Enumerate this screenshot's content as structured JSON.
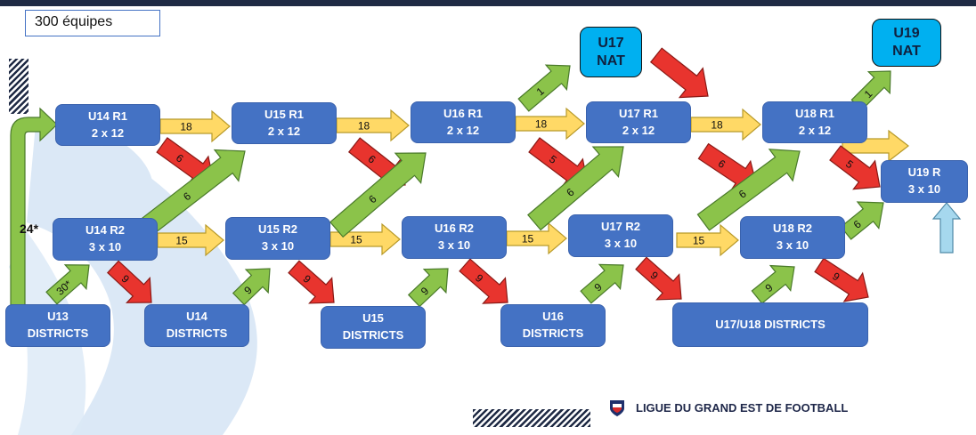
{
  "count_label": "300 équipes",
  "boxes": {
    "u14r1": {
      "title": "U14 R1",
      "sub": "2 x 12"
    },
    "u15r1": {
      "title": "U15 R1",
      "sub": "2 x 12"
    },
    "u16r1": {
      "title": "U16 R1",
      "sub": "2 x 12"
    },
    "u17r1": {
      "title": "U17 R1",
      "sub": "2 x 12"
    },
    "u18r1": {
      "title": "U18 R1",
      "sub": "2 x 12"
    },
    "u14r2": {
      "title": "U14 R2",
      "sub": "3 x 10"
    },
    "u15r2": {
      "title": "U15 R2",
      "sub": "3 x 10"
    },
    "u16r2": {
      "title": "U16 R2",
      "sub": "3 x 10"
    },
    "u17r2": {
      "title": "U17 R2",
      "sub": "3 x 10"
    },
    "u18r2": {
      "title": "U18 R2",
      "sub": "3 x 10"
    },
    "u19r": {
      "title": "U19 R",
      "sub": "3 x 10"
    },
    "u13d": {
      "title": "U13",
      "sub": "DISTRICTS"
    },
    "u14d": {
      "title": "U14",
      "sub": "DISTRICTS"
    },
    "u15d": {
      "title": "U15",
      "sub": "DISTRICTS"
    },
    "u16d": {
      "title": "U16",
      "sub": "DISTRICTS"
    },
    "u1718d": {
      "title": "U17/U18 DISTRICTS"
    },
    "u17nat": {
      "title": "U17",
      "sub": "NAT"
    },
    "u19nat": {
      "title": "U19",
      "sub": "NAT"
    }
  },
  "star_label": "24*",
  "arrow_labels": {
    "y_a": "18",
    "y_b": "18",
    "y_c": "18",
    "y_d": "18",
    "y_e": "15",
    "y_f": "15",
    "y_g": "15",
    "y_h": "15",
    "r_a": "6",
    "r_b": "6",
    "r_c": "5",
    "r_d": "6",
    "r_e": "5",
    "r_f": "9",
    "r_g": "9",
    "r_h": "9",
    "r_i": "9",
    "r_j": "9",
    "g_a": "6",
    "g_b": "6",
    "g_c": "6",
    "g_d": "6",
    "g_e": "6",
    "g_f": "30*",
    "g_g": "9",
    "g_h": "9",
    "g_i": "9",
    "g_j": "9",
    "g_k": "1",
    "g_l": "1"
  },
  "footer_text": "LIGUE DU GRAND EST DE FOOTBALL",
  "colors": {
    "box": "#4472c4",
    "nat": "#00b0f0",
    "arrow_yellow": "#ffd966",
    "arrow_green": "#8bc34a",
    "arrow_red": "#e8342e",
    "arrow_light_blue": "#a6d8ee",
    "watermark": "#dbe8f6"
  }
}
